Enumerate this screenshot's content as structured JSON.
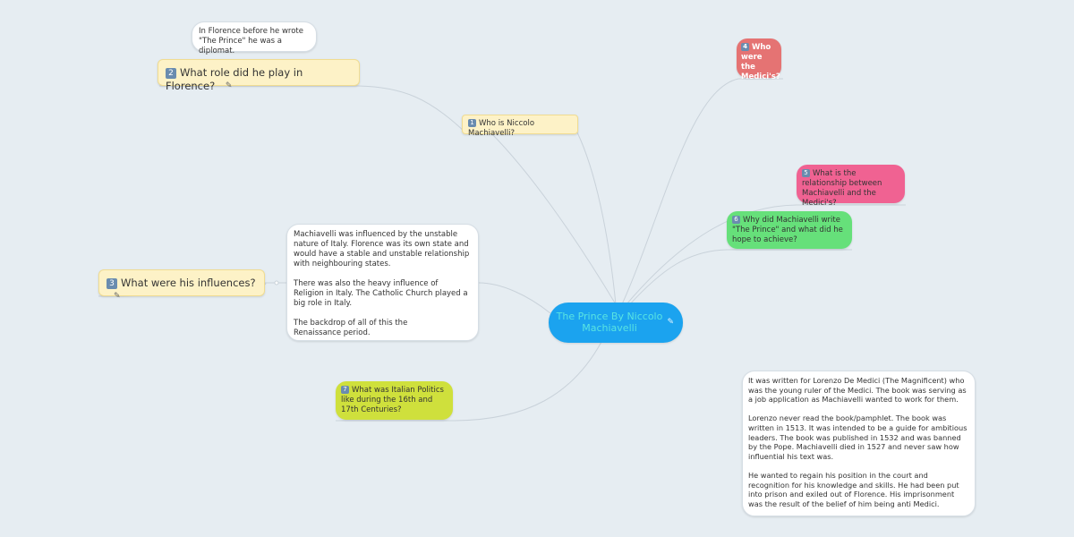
{
  "central": {
    "label": "The Prince By Niccolo Machiavelli",
    "color": "#1ba3ef",
    "icon": "note-icon"
  },
  "topics": {
    "who_is": {
      "badge": "1",
      "label": "Who is Niccolo Machiavelli?"
    },
    "role": {
      "badge": "2",
      "label": "What role did he play in Florence?"
    },
    "influences": {
      "badge": "3",
      "label": "What were his influences?"
    },
    "medicis": {
      "badge": "4",
      "label": "Who were the Medici's?",
      "color": "#e57373"
    },
    "relationship": {
      "badge": "5",
      "label": "What is the relationship between Machiavelli and the Medici's?",
      "color": "#f06292"
    },
    "why_wrote": {
      "badge": "6",
      "label": "Why did Machiavelli write \"The Prince\" and what did he hope to achieve?",
      "color": "#66e07a"
    },
    "italian_politics": {
      "badge": "7",
      "label": "What was Italian Politics like during the 16th and 17th Centuries?",
      "color": "#cfe03c"
    }
  },
  "notes": {
    "florence": "In Florence before he wrote \"The Prince\" he was a diplomat.",
    "influences_p1": "Machiavelli was influenced by the unstable nature of Italy. Florence was its own state and would have a stable and unstable relationship with neighbouring states.",
    "influences_p2": "There was also the heavy influence of Religion in Italy. The Catholic Church played a big role in Italy.",
    "influences_p3": "The backdrop of all of this the Renaissance period.",
    "prince_p1": "It was written for Lorenzo De Medici (The Magnificent) who was the young ruler of the Medici. The book was serving as a job application as Machiavelli wanted to work for them.",
    "prince_p2": "Lorenzo never read the book/pamphlet. The book was written in 1513. It was intended to be a guide for ambitious leaders. The book was published in 1532 and was banned by the Pope. Machiavelli died in 1527 and never saw how influential his text was.",
    "prince_p3": "He wanted to regain his position in the court and recognition for his knowledge and skills. He had been put into prison and exiled out of Florence. His imprisonment was the result of the belief of him being anti Medici."
  }
}
